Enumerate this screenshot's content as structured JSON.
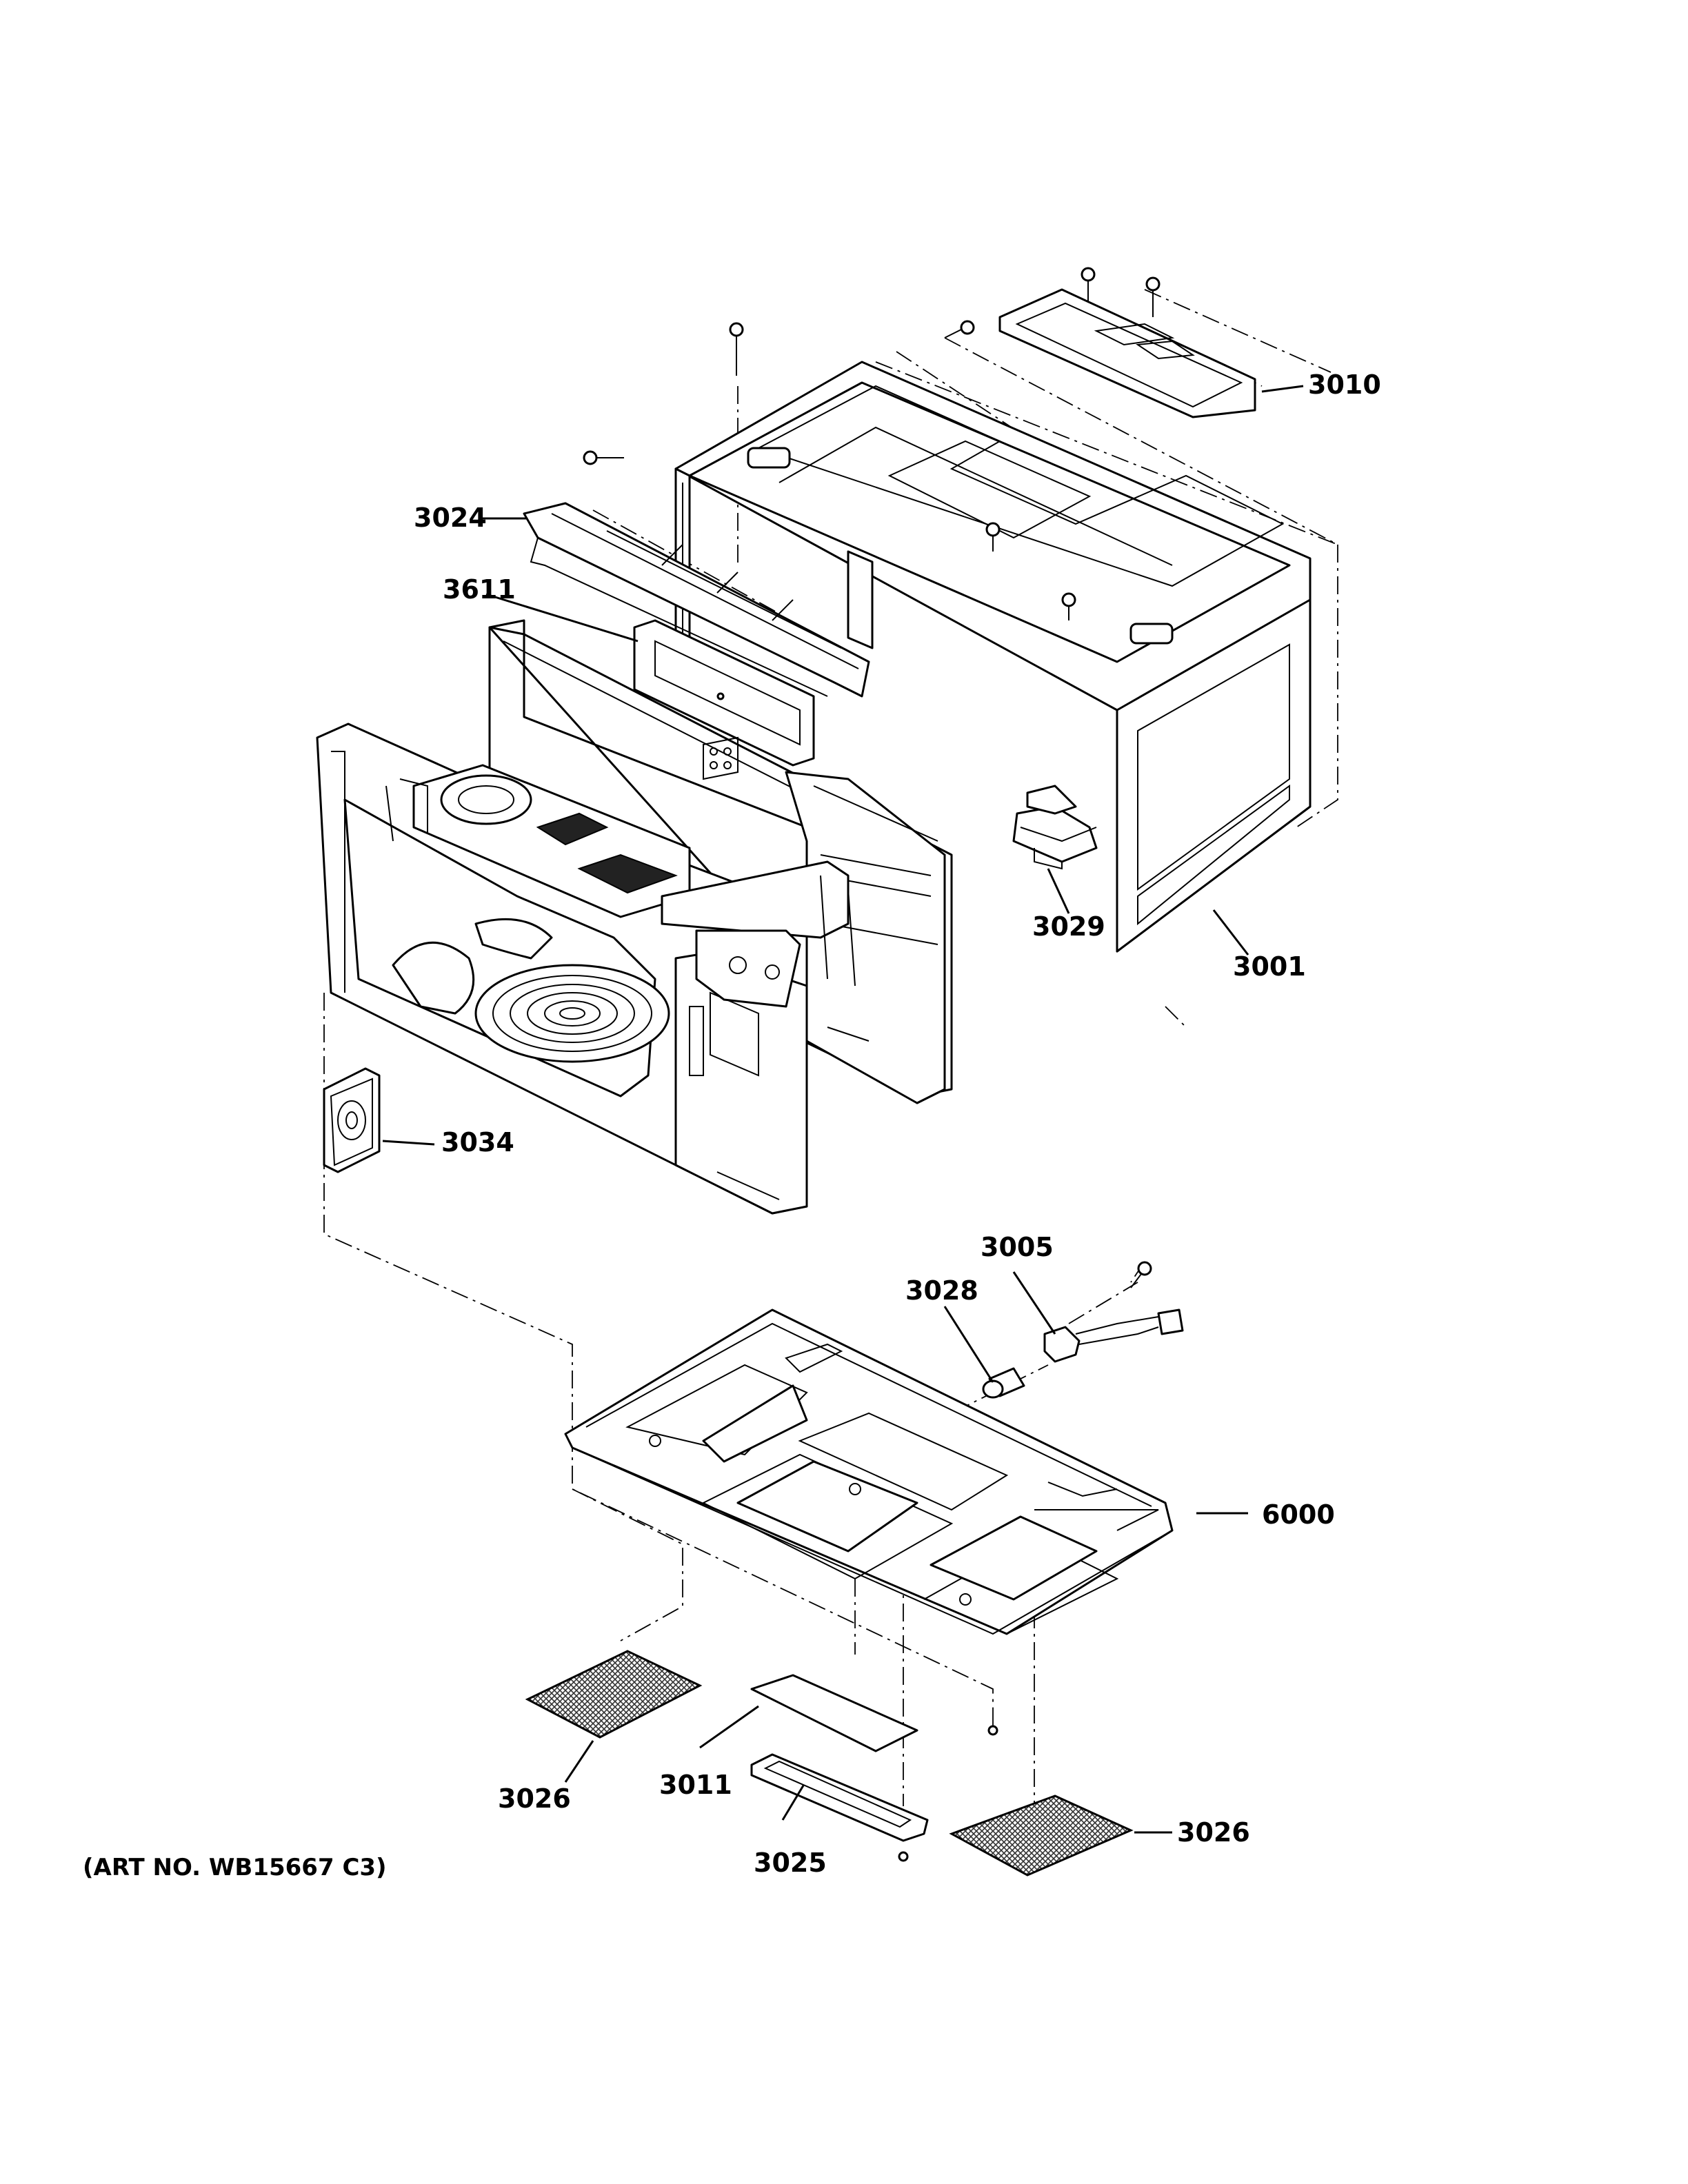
{
  "callouts": {
    "c3010": "3010",
    "c3024": "3024",
    "c3611": "3611",
    "c3029": "3029",
    "c3001": "3001",
    "c3034": "3034",
    "c3005": "3005",
    "c3028": "3028",
    "c6000": "6000",
    "c3026a": "3026",
    "c3011": "3011",
    "c3025": "3025",
    "c3026b": "3026"
  },
  "art_no": "(ART NO. WB15667 C3)"
}
